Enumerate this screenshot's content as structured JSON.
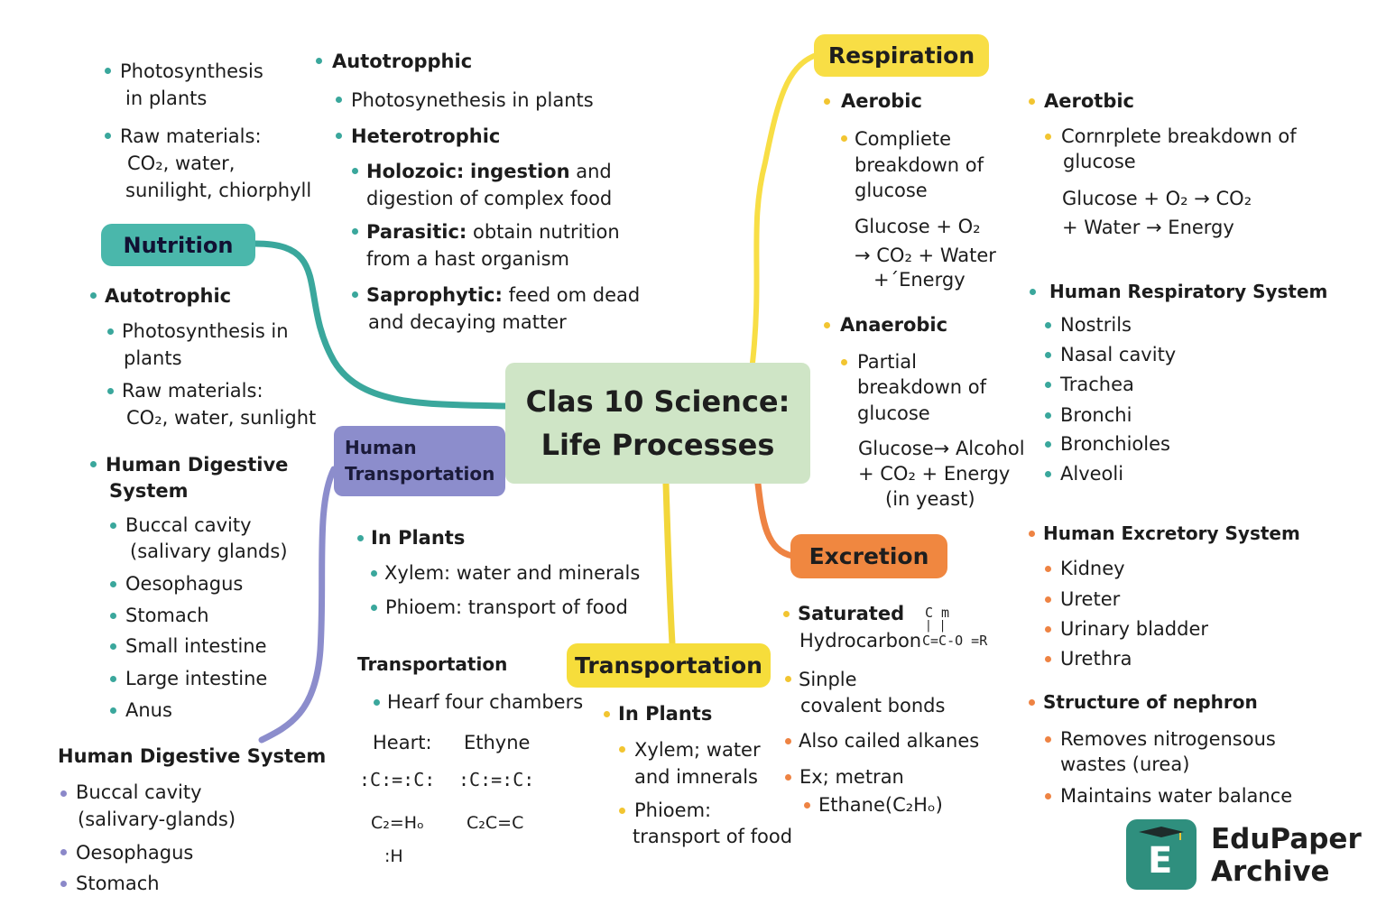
{
  "title": {
    "line1": "Clas 10 Science:",
    "line2": "Life Processes"
  },
  "nodes": {
    "nutrition": "Nutrition",
    "respiration": "Respiration",
    "excretion": "Excretion",
    "transportation": "Transportation",
    "human_transportation": {
      "line1": "Human",
      "line2": "Transportation"
    }
  },
  "top_left": {
    "item1": {
      "line1": "Photosynthesis",
      "line2": "in plants"
    },
    "item2": {
      "line1": "Raw materials:",
      "line2": "CO₂, water,",
      "line3": "sunilight, chiorphyll"
    }
  },
  "nutrition_panel": {
    "autotrophic_heading": "Autotropphic",
    "autotrophic_item": "Photosynethesis in plants",
    "heterotrophic_heading": "Heterotrophic",
    "holozoic": {
      "label": "Holozoic:",
      "bold": "ingestion",
      "rest": "and",
      "line2": "digestion of complex food"
    },
    "parasitic": {
      "label": "Parasitic:",
      "rest": "obtain nutrition",
      "line2": "from a hast organism"
    },
    "saprophytic": {
      "label": "Saprophytic:",
      "rest": "feed om dead",
      "line2": "and decaying matter"
    }
  },
  "nutrition_branch": {
    "autotrophic_heading": "Autotrophic",
    "item1": {
      "line1": "Photosynthesis in",
      "line2": "plants"
    },
    "item2": {
      "line1": "Raw materials:",
      "line2": "CO₂, water, sunlight"
    }
  },
  "digestive_teal": {
    "heading": {
      "line1": "Human Digestive",
      "line2": "System"
    },
    "items": [
      "Buccal cavity",
      "(salivary glands)",
      "Oesophagus",
      "Stomach",
      "Small intestine",
      "Large intestine",
      "Anus"
    ]
  },
  "digestive_purple": {
    "heading": "Human Digestive System",
    "items": [
      "Buccal cavity",
      "(salivary-glands)",
      "Oesophagus",
      "Stomach"
    ]
  },
  "human_transport": {
    "in_plants": "In Plants",
    "xylem": "Xylem: water and minerals",
    "phloem": "Phioem: transport of food",
    "transportation_heading": "Transportation",
    "heart": "Hearf four chambers",
    "heart_label": "Heart:",
    "ethyne_label": "Ethyne",
    "struct_left": ":C:=:C:",
    "struct_right": ":C:=:C:",
    "formula_left": "C₂=Hₒ",
    "formula_left_h": ":H",
    "formula_right": "C₂C=C"
  },
  "transportation_panel": {
    "in_plants": "In Plants",
    "xylem": {
      "line1": "Xylem; water",
      "line2": "and imnerals"
    },
    "phloem": {
      "line1": "Phioem:",
      "line2": "transport of food"
    }
  },
  "respiration_panel": {
    "aerobic": "Aerobic",
    "aerobic_desc": {
      "line1": "Compliete",
      "line2": "breakdown of",
      "line3": "glucose"
    },
    "aerobic_eq": {
      "line1": "Glucose + O₂",
      "line2": "→ CO₂ + Water",
      "line3": "+´Energy"
    },
    "anaerobic": "Anaerobic",
    "anaerobic_desc": {
      "line1": "Partial",
      "line2": "breakdown of",
      "line3": "glucose"
    },
    "anaerobic_eq": {
      "line1": "Glucose→ Alcohol",
      "line2": "+ CO₂ + Energy",
      "line3": "(in yeast)"
    }
  },
  "aerotbic_panel": {
    "heading": "Aerotbic",
    "desc": {
      "line1": "Cornrplete breakdown of",
      "line2": "glucose"
    },
    "eq": {
      "line1": "Glucose + O₂ → CO₂",
      "line2": "+ Water → Energy"
    }
  },
  "respiratory_system": {
    "heading": "Human Respiratory System",
    "items": [
      "Nostrils",
      "Nasal cavity",
      "Trachea",
      "Bronchi",
      "Bronchioles",
      "Alveoli"
    ]
  },
  "excretory_system": {
    "heading": "Human Excretory System",
    "items": [
      "Kidney",
      "Ureter",
      "Urinary bladder",
      "Urethra"
    ]
  },
  "nephron": {
    "heading": "Structure of nephron",
    "item1": {
      "line1": "Removes nitrogensous",
      "line2": "wastes (urea)"
    },
    "item2": "Maintains water balance"
  },
  "excretion_panel": {
    "saturated": "Saturated",
    "hydrocarbon": "Hydrocarbon",
    "struct_top": "C   m",
    "struct_mid": "|   |",
    "struct_bottom": "C=C-O =R",
    "sinple": {
      "line1": "Sinple",
      "line2": "covalent bonds"
    },
    "alkanes": "Also cailed alkanes",
    "example": "Ex; metran",
    "ethane": "Ethane(C₂Hₒ)"
  },
  "brand": {
    "line1": "EduPaper",
    "line2": "Archive",
    "logo_letter": "E"
  },
  "colors": {
    "teal": "#4ab7ab",
    "yellow": "#f8de45",
    "orange": "#f08740",
    "purple": "#8c8dcc",
    "green": "#cfe5c6"
  }
}
